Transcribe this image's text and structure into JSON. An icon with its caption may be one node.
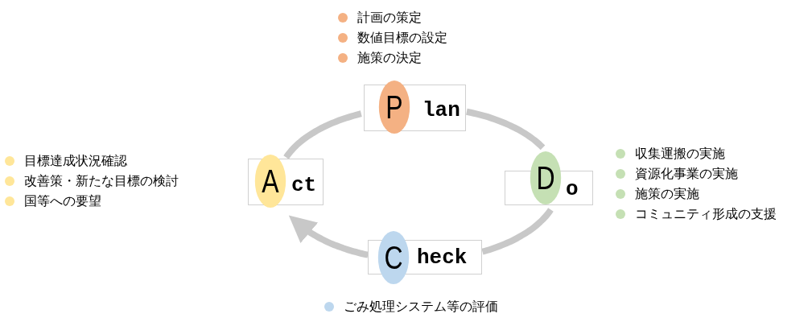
{
  "diagram": {
    "nodes": [
      {
        "text": [
          "P",
          "lan"
        ],
        "beside": [
          "計画の策定",
          "数値目標の設定",
          "施策の決定"
        ]
      },
      {
        "text": [
          "D",
          "o"
        ],
        "beside": [
          "収集運搬の実施",
          "資源化事業の実施",
          "施策の実施",
          "コミュニティ形成の支援"
        ]
      },
      {
        "text": [
          "C",
          "heck"
        ],
        "beside": [
          "ごみ処理システム等の評価"
        ]
      },
      {
        "text": [
          "A",
          "ct"
        ],
        "beside": [
          "目標達成状況確認",
          "改善策・新たな目標の検討",
          "国等への要望"
        ]
      }
    ],
    "edges": [
      {
        "from": 0,
        "to": 1,
        "arrow": "none"
      },
      {
        "from": 1,
        "to": 2,
        "arrow": "none"
      },
      {
        "from": 2,
        "to": 3,
        "arrow": "to"
      },
      {
        "from": 3,
        "to": 0,
        "arrow": "none"
      }
    ]
  }
}
